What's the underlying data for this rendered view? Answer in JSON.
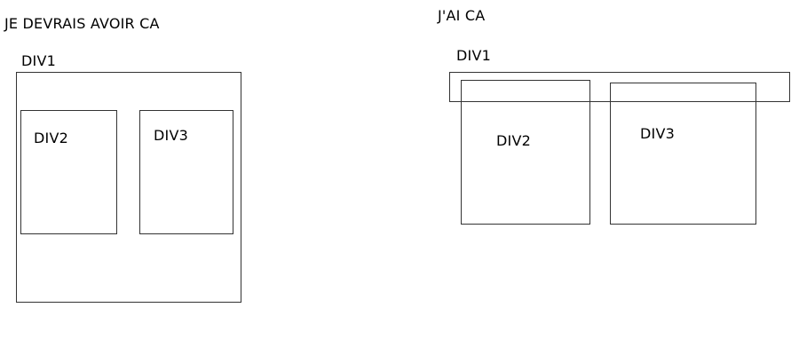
{
  "expected": {
    "title": "JE DEVRAIS AVOIR CA",
    "div1_label": "DIV1",
    "div2_label": "DIV2",
    "div3_label": "DIV3"
  },
  "actual": {
    "title": "J'AI CA",
    "div1_label": "DIV1",
    "div2_label": "DIV2",
    "div3_label": "DIV3"
  },
  "colors": {
    "stroke": "#333333",
    "text": "#000000",
    "background": "#ffffff"
  }
}
